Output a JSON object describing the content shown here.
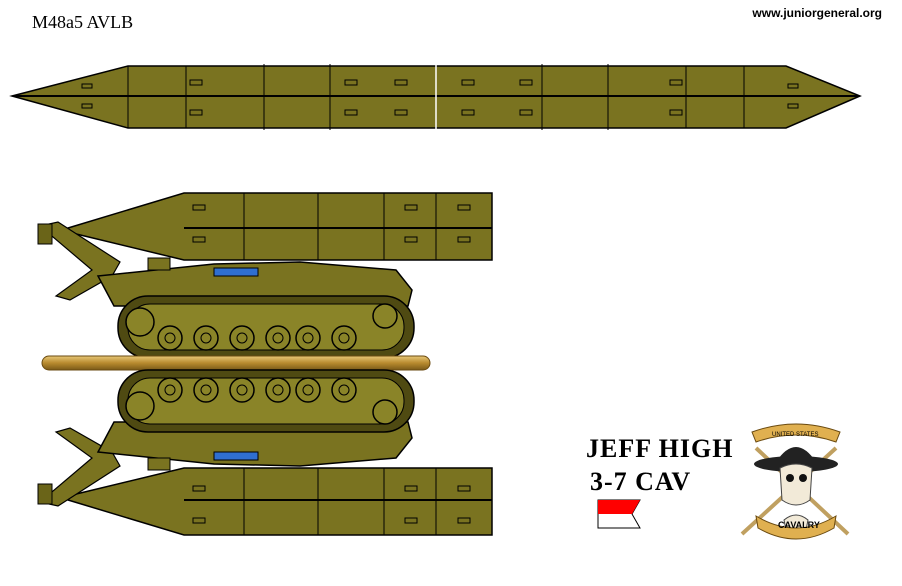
{
  "title": "M48a5  AVLB",
  "website": "www.juniorgeneral.org",
  "credit": {
    "name": "JEFF HIGH",
    "unit": "3-7  CAV"
  },
  "emblem": {
    "top_text": "UNITED STATES",
    "bottom_text": "CAVALRY"
  },
  "colors": {
    "olive": "#7a7320",
    "olive_light": "#8a8428",
    "olive_dark": "#4f4a12",
    "rod": "#c8a24a",
    "guidon_red": "#ff0000",
    "steel_blue": "#2f6fd0"
  }
}
